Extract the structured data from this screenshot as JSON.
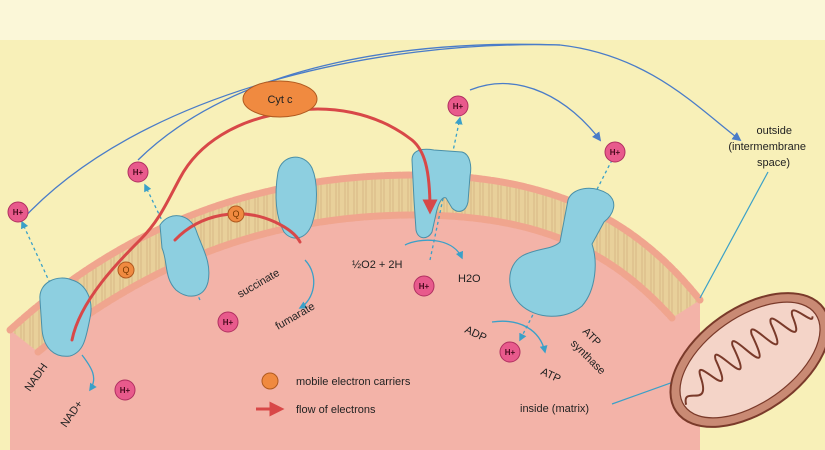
{
  "labels": {
    "outside": [
      "outside",
      "(intermembrane",
      "space)"
    ],
    "inside": "inside (matrix)",
    "cytc": "Cyt c",
    "q": "Q",
    "hplus": "H+",
    "nadh": "NADH",
    "nadplus": "NAD+",
    "succinate": "succinate",
    "fumarate": "fumarate",
    "oxygen": "½O2 + 2H",
    "water": "H2O",
    "adp": "ADP",
    "atp": "ATP",
    "atp_synthase": [
      "ATP",
      "synthase"
    ]
  },
  "legend": {
    "carriers": "mobile electron carriers",
    "flow": "flow of electrons"
  },
  "colors": {
    "cytosol_bg": "#f8f0b8",
    "matrix": "#f3b3a8",
    "membrane_head": "#f0a58e",
    "protein": "#8dcfe0",
    "carrier": "#f08a40",
    "electron_flow": "#d84848",
    "proton_path": "#4a7cc8",
    "h_ion": "#e85a8c"
  }
}
